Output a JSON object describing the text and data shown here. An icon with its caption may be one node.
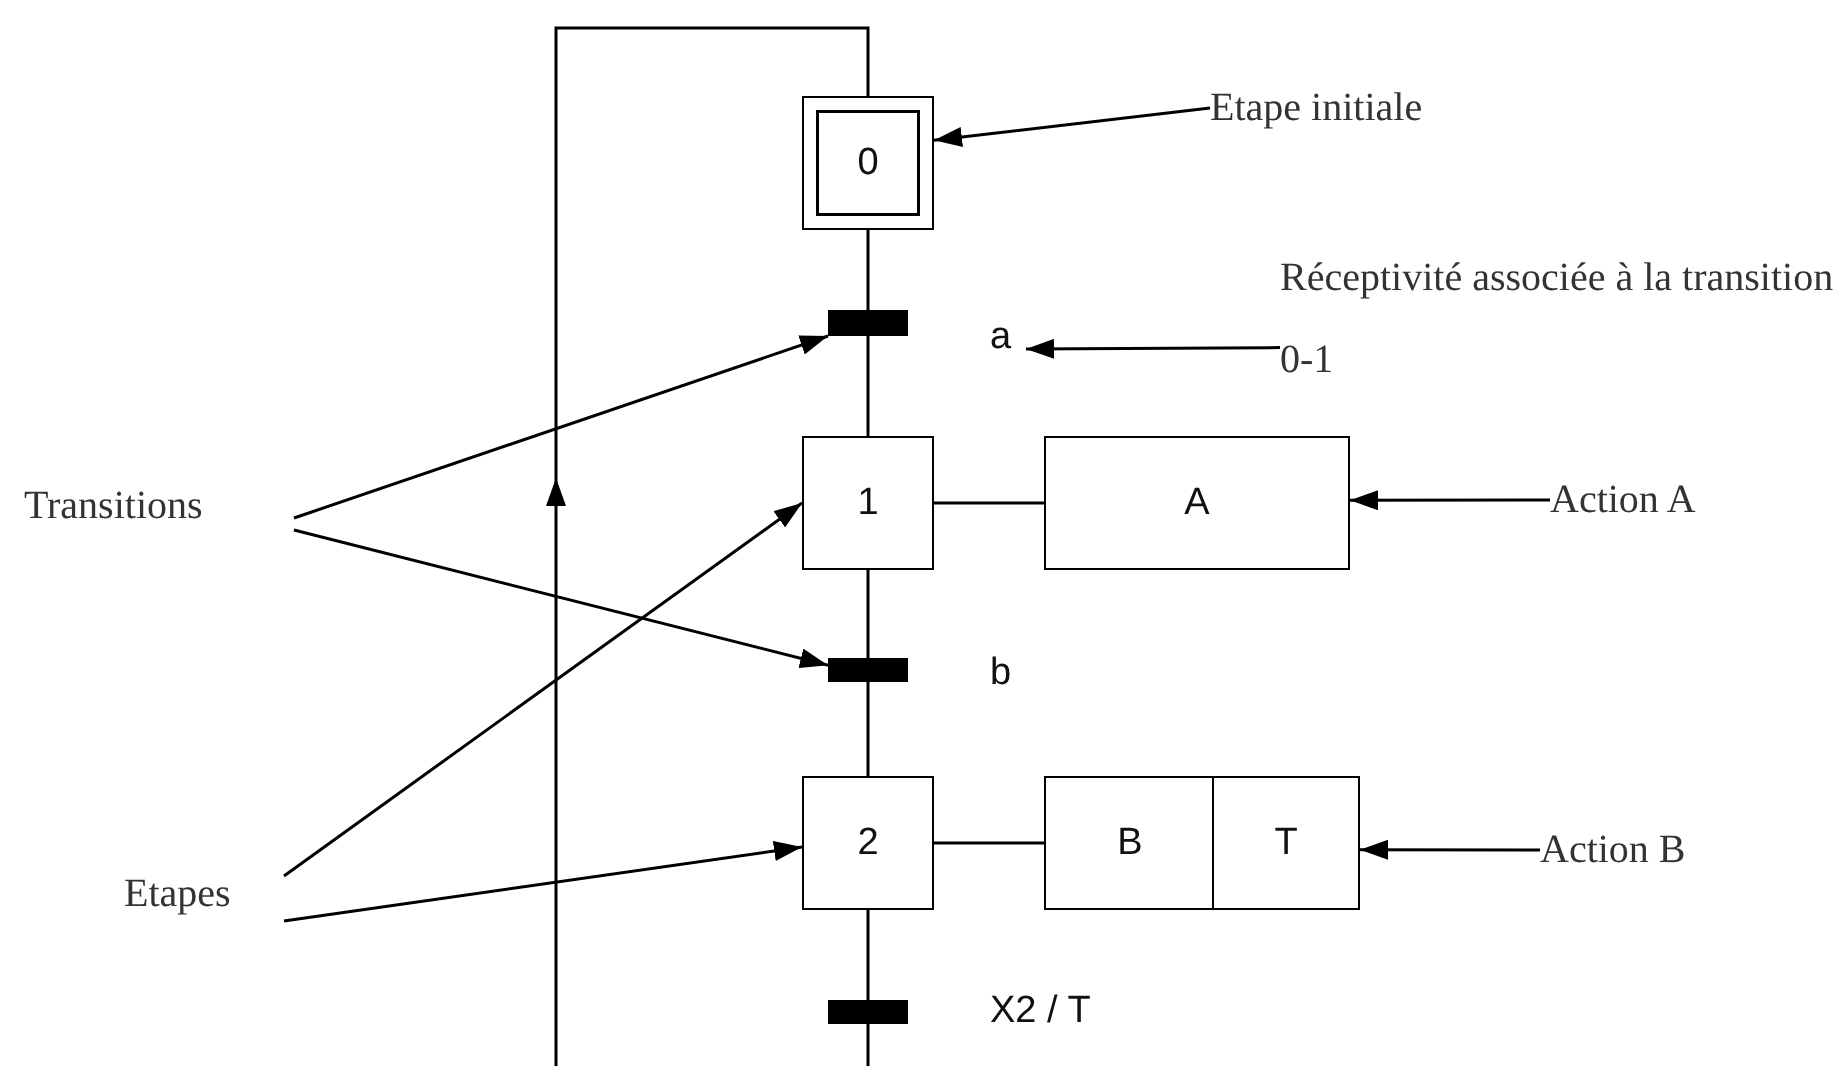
{
  "diagram": {
    "nodes": [
      {
        "text": [
          "0"
        ]
      },
      {
        "text": [],
        "shape": "bar"
      },
      {
        "text": [
          "a"
        ]
      },
      {
        "text": [
          "1"
        ]
      },
      {
        "text": [
          "A"
        ]
      },
      {
        "text": [],
        "shape": "bar"
      },
      {
        "text": [
          "b"
        ]
      },
      {
        "text": [
          "2"
        ]
      },
      {
        "text": [
          "B"
        ]
      },
      {
        "text": [
          "T"
        ]
      },
      {
        "text": [],
        "shape": "bar"
      },
      {
        "text": [
          "X2 / T"
        ]
      },
      {
        "text": [
          "Etape initiale"
        ]
      },
      {
        "text": [
          "Réceptivité associée à la transition 0-1"
        ]
      },
      {
        "text": [
          "Transitions"
        ]
      },
      {
        "text": [
          "Action A"
        ]
      },
      {
        "text": [
          "Etapes"
        ]
      },
      {
        "text": [
          "Action B"
        ]
      }
    ],
    "edges": [
      {
        "from": 0,
        "to": 1,
        "arrow": "none"
      },
      {
        "from": 1,
        "to": 3,
        "arrow": "none"
      },
      {
        "from": 3,
        "to": 5,
        "arrow": "none"
      },
      {
        "from": 5,
        "to": 7,
        "arrow": "none"
      },
      {
        "from": 7,
        "to": 10,
        "arrow": "none"
      },
      {
        "from": 10,
        "to": 0,
        "arrow": "to"
      },
      {
        "from": 3,
        "to": 4,
        "arrow": "none"
      },
      {
        "from": 7,
        "to": 8,
        "arrow": "none"
      },
      {
        "from": 12,
        "to": 0,
        "arrow": "to"
      },
      {
        "from": 13,
        "to": 2,
        "arrow": "to"
      },
      {
        "from": 14,
        "to": 1,
        "arrow": "to"
      },
      {
        "from": 14,
        "to": 5,
        "arrow": "to"
      },
      {
        "from": 15,
        "to": 4,
        "arrow": "to"
      },
      {
        "from": 16,
        "to": 3,
        "arrow": "to"
      },
      {
        "from": 16,
        "to": 7,
        "arrow": "to"
      },
      {
        "from": 17,
        "to": 9,
        "arrow": "to"
      }
    ]
  }
}
